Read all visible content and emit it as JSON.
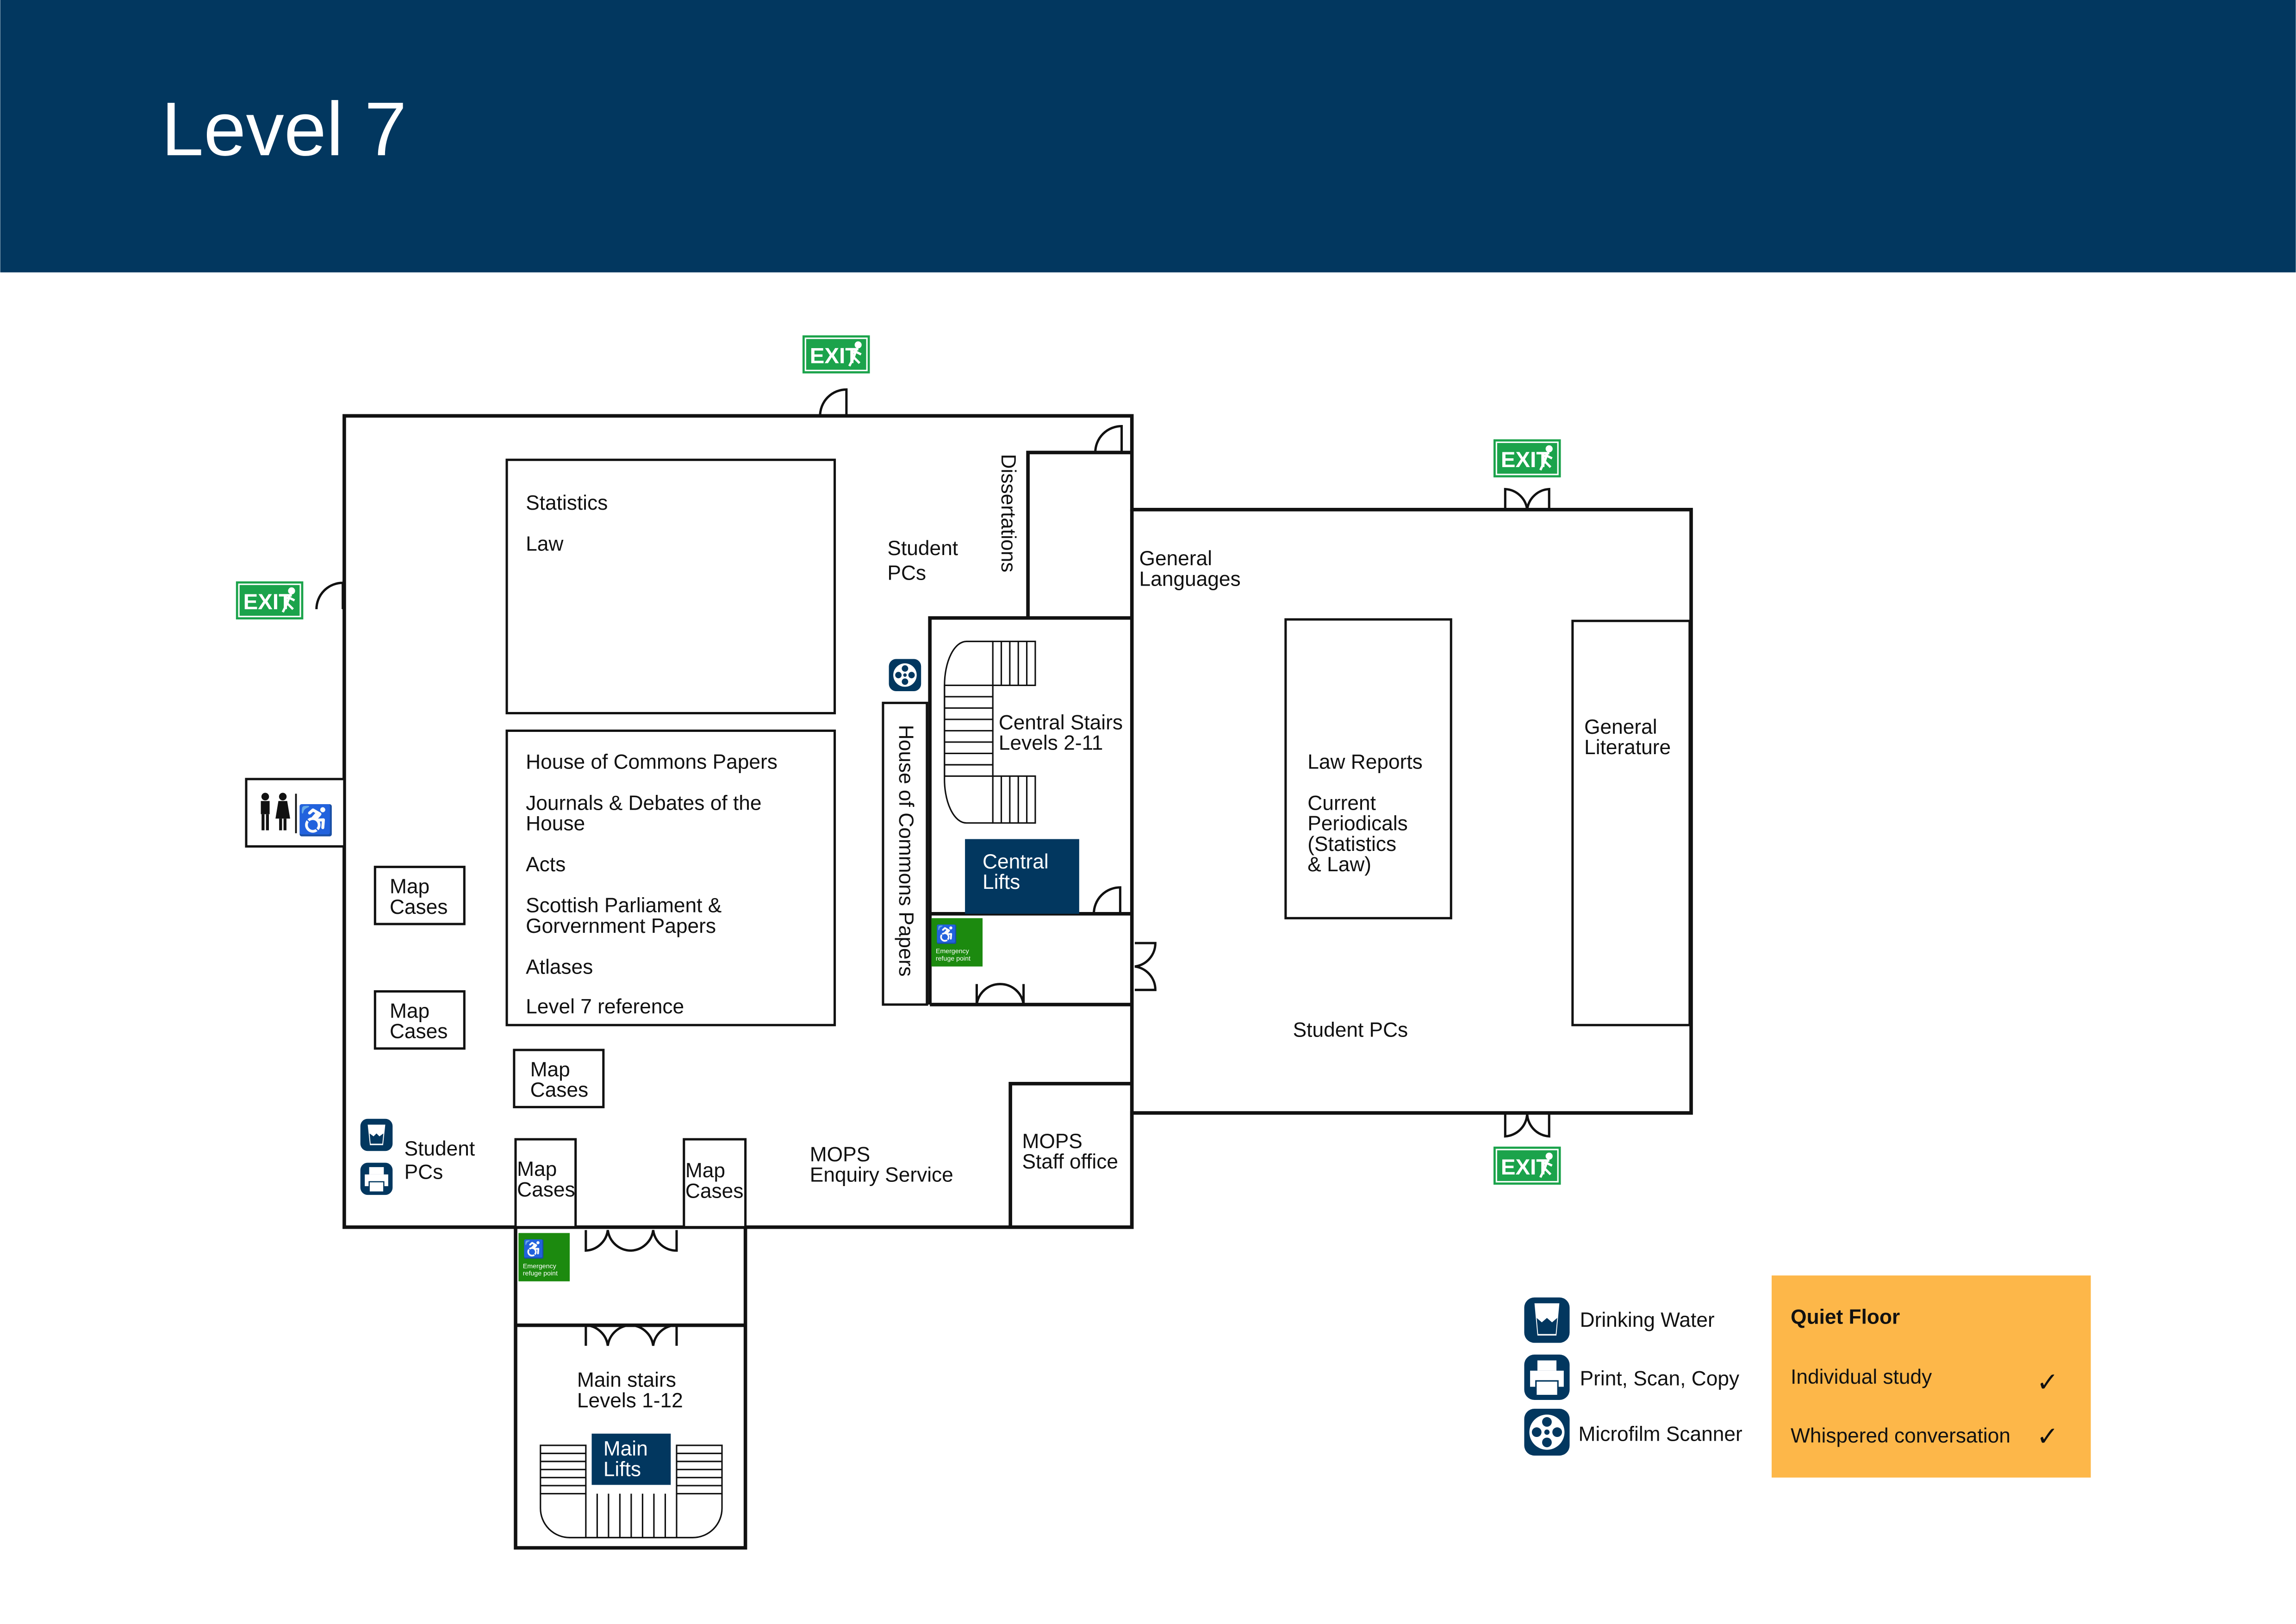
{
  "header": {
    "title": "Level 7",
    "background": "#02375F"
  },
  "exit_sign": {
    "label": "EXIT",
    "color": "#1BA34B"
  },
  "refuge_sign": {
    "line1": "Emergency",
    "line2": "refuge point",
    "color": "#1C8A0F"
  },
  "rooms": {
    "statistics": [
      "Statistics",
      "Law"
    ],
    "hoc_box": [
      "House of Commons Papers",
      "Journals & Debates of the",
      "House",
      "Acts",
      "Scottish Parliament &",
      "Gorvernment Papers",
      "Atlases",
      "Level 7 reference"
    ],
    "student_pcs_top": [
      "Student",
      "PCs"
    ],
    "dissertations": "Dissertations",
    "hoc_shelf": "House of Commons Papers",
    "central_stairs": [
      "Central Stairs",
      "Levels 2-11"
    ],
    "central_lifts": [
      "Central",
      "Lifts"
    ],
    "general_languages": [
      "General",
      "Languages"
    ],
    "law_reports": [
      "Law Reports",
      "Current",
      "Periodicals",
      "(Statistics",
      "& Law)"
    ],
    "general_literature": [
      "General",
      "Literature"
    ],
    "student_pcs_right": "Student PCs",
    "map_cases": [
      "Map",
      "Cases"
    ],
    "student_pcs_left": [
      "Student",
      "PCs"
    ],
    "mops_enquiry": [
      "MOPS",
      "Enquiry Service"
    ],
    "mops_staff": [
      "MOPS",
      "Staff office"
    ],
    "main_stairs": [
      "Main stairs",
      "Levels 1-12"
    ],
    "main_lifts": [
      "Main",
      "Lifts"
    ]
  },
  "legend": {
    "items": [
      {
        "icon": "drinking-water-icon",
        "label": "Drinking Water"
      },
      {
        "icon": "printer-icon",
        "label": "Print, Scan, Copy"
      },
      {
        "icon": "microfilm-icon",
        "label": "Microfilm Scanner"
      }
    ],
    "icon_color": "#02375F"
  },
  "quiet_floor": {
    "title": "Quiet Floor",
    "color": "#FDB749",
    "rows": [
      {
        "label": "Individual study",
        "allowed": true,
        "mark": "✓"
      },
      {
        "label": "Whispered conversation",
        "allowed": true,
        "mark": "✓"
      }
    ]
  }
}
